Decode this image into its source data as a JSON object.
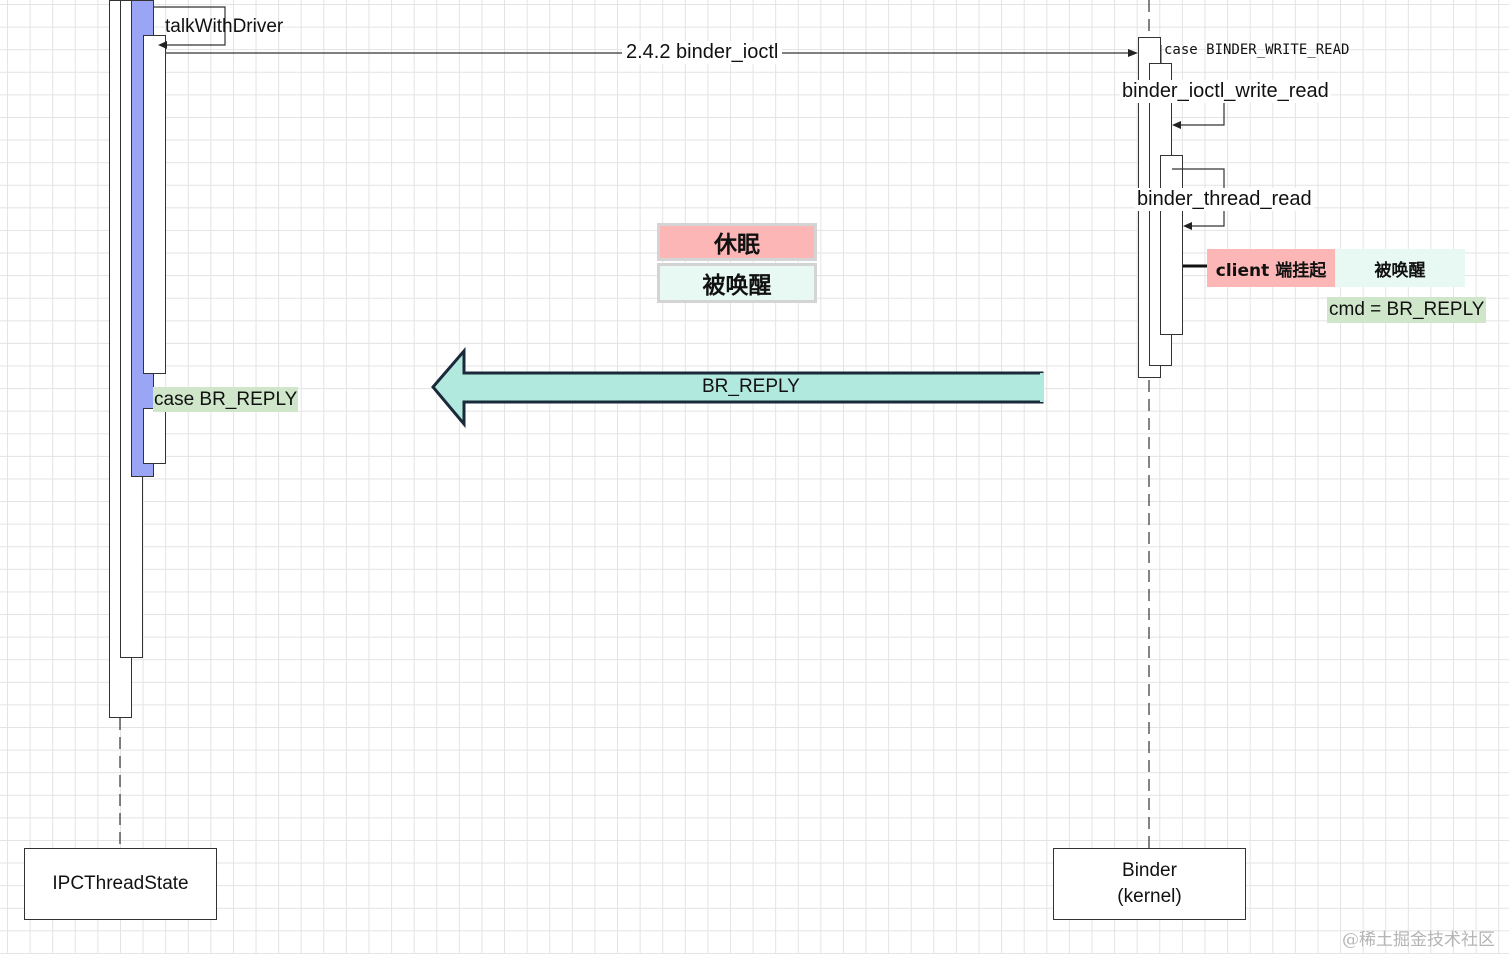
{
  "participants": {
    "left": "IPCThreadState",
    "right_line1": "Binder",
    "right_line2": "(kernel)"
  },
  "messages": {
    "talk_with_driver": "talkWithDriver",
    "binder_ioctl": "2.4.2 binder_ioctl",
    "case_write_read": "case BINDER_WRITE_READ",
    "binder_ioctl_write_read": "binder_ioctl_write_read",
    "binder_thread_read": "binder_thread_read",
    "case_br_reply": "case BR_REPLY",
    "br_reply_arrow": "BR_REPLY",
    "cmd_br_reply": "cmd = BR_REPLY"
  },
  "tags": {
    "client_suspend": "client 端挂起",
    "woken_up": "被唤醒"
  },
  "legend": {
    "sleep": "休眠",
    "woken": "被唤醒"
  },
  "colors": {
    "sleep": "#fcb6b6",
    "woken": "#e8f8f2",
    "blue_activation": "#9aa6f5",
    "label_green": "#cfe6cb",
    "arrow_fill": "#b2e9df",
    "arrow_stroke": "#1a2a3a"
  },
  "watermark": "@稀土掘金技术社区"
}
